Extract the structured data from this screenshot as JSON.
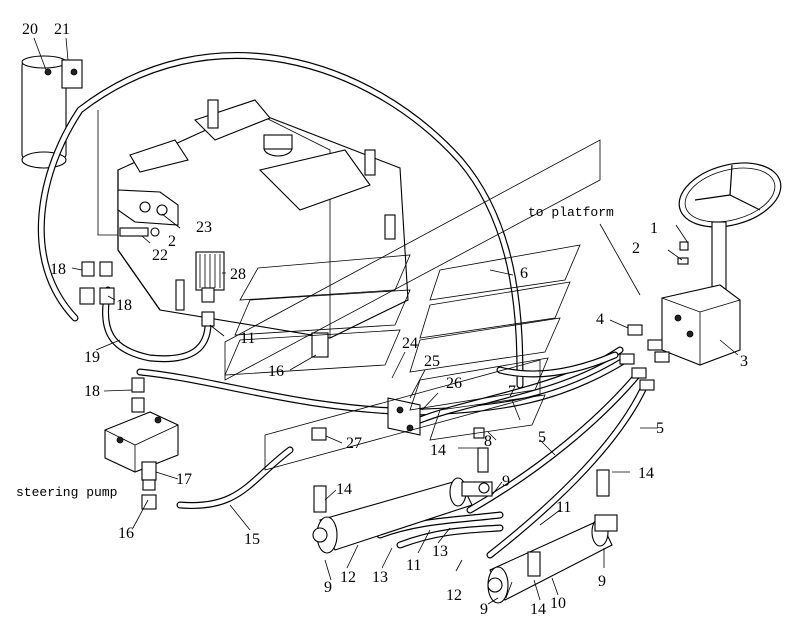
{
  "labels": {
    "n1": "1",
    "n2": "2",
    "n3": "3",
    "n4": "4",
    "n5": "5",
    "n6": "6",
    "n7": "7",
    "n8": "8",
    "n9": "9",
    "n10": "10",
    "n11": "11",
    "n12": "12",
    "n13": "13",
    "n14": "14",
    "n15": "15",
    "n16": "16",
    "n17": "17",
    "n18": "18",
    "n19": "19",
    "n20": "20",
    "n21": "21",
    "n22": "22",
    "n23": "23",
    "n24": "24",
    "n25": "25",
    "n26": "26",
    "n27": "27",
    "n28": "28"
  },
  "notes": {
    "to_platform": "to platform",
    "steering_pump": "steering pump"
  }
}
